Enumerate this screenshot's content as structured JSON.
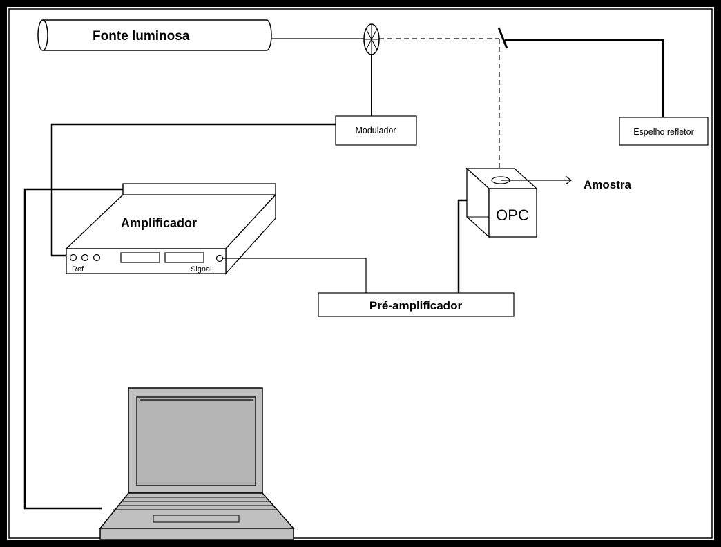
{
  "diagram": {
    "labels": {
      "light_source": "Fonte luminosa",
      "modulator": "Modulador",
      "mirror": "Espelho refletor",
      "sample": "Amostra",
      "opc": "OPC",
      "amplifier": "Amplificador",
      "ref": "Ref",
      "signal": "Signal",
      "preamplifier": "Pré-amplificador"
    },
    "colors": {
      "frame": "#000000",
      "line": "#000000",
      "laptop_fill": "#c0c0c0",
      "laptop_screen": "#b4b4b4",
      "background": "#ffffff"
    },
    "icons": [
      "chopper-wheel-icon",
      "mirror-icon",
      "laptop-icon",
      "arrow-right-icon"
    ]
  }
}
